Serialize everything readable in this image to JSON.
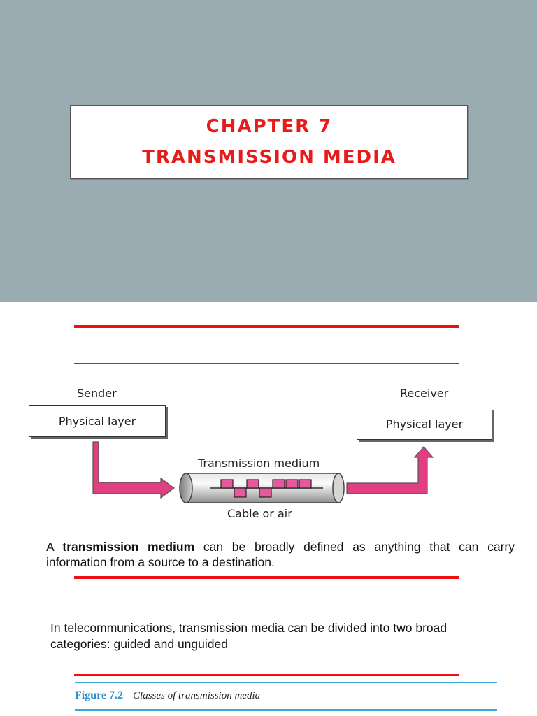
{
  "slide1": {
    "title_line1": "CHAPTER 7",
    "title_line2": "TRANSMISSION MEDIA"
  },
  "slide2": {
    "diagram": {
      "sender_label": "Sender",
      "receiver_label": "Receiver",
      "sender_box": "Physical layer",
      "receiver_box": "Physical layer",
      "medium_label": "Transmission medium",
      "medium_sublabel": "Cable or air"
    },
    "definition": {
      "prefix": "A ",
      "term": "transmission medium",
      "rest": " can be broadly defined as anything that can carry information from a source to a destination."
    },
    "categories_text": "In telecommunications, transmission media can be divided into two broad categories: guided and unguided",
    "figure": {
      "number": "Figure 7.2",
      "title": "Classes of transmission media"
    }
  },
  "colors": {
    "slide_background": "#9aabb1",
    "title_red": "#e81b1b",
    "rule_red": "#ee1111",
    "arrow_pink": "#e0407f",
    "figure_blue": "#3aa7d8"
  }
}
